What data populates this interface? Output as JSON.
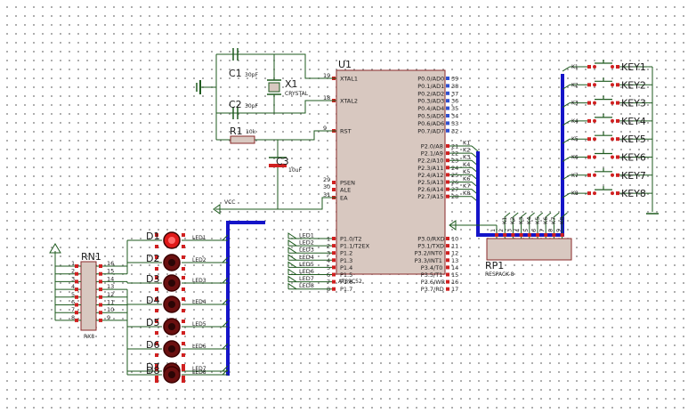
{
  "mcu": {
    "ref": "U1",
    "part": "AT89C52",
    "left_pins": [
      {
        "num": "19",
        "name": "XTAL1"
      },
      {
        "num": "18",
        "name": "XTAL2"
      },
      {
        "num": "9",
        "name": "RST"
      },
      {
        "num": "29",
        "name": "PSEN"
      },
      {
        "num": "30",
        "name": "ALE"
      },
      {
        "num": "31",
        "name": "EA"
      }
    ],
    "p1_pins": [
      {
        "num": "1",
        "name": "P1.0/T2"
      },
      {
        "num": "2",
        "name": "P1.1/T2EX"
      },
      {
        "num": "3",
        "name": "P1.2"
      },
      {
        "num": "4",
        "name": "P1.3"
      },
      {
        "num": "5",
        "name": "P1.4"
      },
      {
        "num": "6",
        "name": "P1.5"
      },
      {
        "num": "7",
        "name": "P1.6"
      },
      {
        "num": "8",
        "name": "P1.7"
      }
    ],
    "p0_pins": [
      {
        "num": "39",
        "name": "P0.0/AD0"
      },
      {
        "num": "38",
        "name": "P0.1/AD1"
      },
      {
        "num": "37",
        "name": "P0.2/AD2"
      },
      {
        "num": "36",
        "name": "P0.3/AD3"
      },
      {
        "num": "35",
        "name": "P0.4/AD4"
      },
      {
        "num": "34",
        "name": "P0.5/AD5"
      },
      {
        "num": "33",
        "name": "P0.6/AD6"
      },
      {
        "num": "32",
        "name": "P0.7/AD7"
      }
    ],
    "p2_pins": [
      {
        "num": "21",
        "name": "P2.0/A8"
      },
      {
        "num": "22",
        "name": "P2.1/A9"
      },
      {
        "num": "23",
        "name": "P2.2/A10"
      },
      {
        "num": "24",
        "name": "P2.3/A11"
      },
      {
        "num": "25",
        "name": "P2.4/A12"
      },
      {
        "num": "26",
        "name": "P2.5/A13"
      },
      {
        "num": "27",
        "name": "P2.6/A14"
      },
      {
        "num": "28",
        "name": "P2.7/A15"
      }
    ],
    "p3_pins": [
      {
        "num": "10",
        "name": "P3.0/RXD"
      },
      {
        "num": "11",
        "name": "P3.1/TXD"
      },
      {
        "num": "12",
        "name": "P3.2/INT0"
      },
      {
        "num": "13",
        "name": "P3.3/INT1"
      },
      {
        "num": "14",
        "name": "P3.4/T0"
      },
      {
        "num": "15",
        "name": "P3.5/T1"
      },
      {
        "num": "16",
        "name": "P3.6/WR"
      },
      {
        "num": "17",
        "name": "P3.7/RD"
      }
    ],
    "p2_nets": [
      "K1",
      "K2",
      "K3",
      "K4",
      "K5",
      "K6",
      "K7",
      "K8"
    ],
    "p1_nets": [
      "LED1",
      "LED2",
      "LED3",
      "LED4",
      "LED5",
      "LED6",
      "LED7",
      "LED8"
    ]
  },
  "crystal": {
    "ref": "X1",
    "value": "CRYSTAL"
  },
  "c1": {
    "ref": "C1",
    "value": "30pF"
  },
  "c2": {
    "ref": "C2",
    "value": "30pF"
  },
  "c3": {
    "ref": "C3",
    "value": "10uF"
  },
  "r1": {
    "ref": "R1",
    "value": "10k"
  },
  "vcc_label": "VCC",
  "leds": [
    {
      "ref": "D1",
      "net": "LED1",
      "lit": true
    },
    {
      "ref": "D2",
      "net": "LED2",
      "lit": false
    },
    {
      "ref": "D3",
      "net": "LED3",
      "lit": false
    },
    {
      "ref": "D4",
      "net": "LED4",
      "lit": false
    },
    {
      "ref": "D5",
      "net": "LED5",
      "lit": false
    },
    {
      "ref": "D6",
      "net": "LED6",
      "lit": false
    },
    {
      "ref": "D7",
      "net": "LED7",
      "lit": false
    },
    {
      "ref": "D8",
      "net": "LED8",
      "lit": false
    }
  ],
  "rn1": {
    "ref": "RN1",
    "part": "RX8",
    "left_pins": [
      "1",
      "2",
      "3",
      "4",
      "5",
      "6",
      "7",
      "8"
    ],
    "right_pins": [
      "16",
      "15",
      "14",
      "13",
      "12",
      "11",
      "10",
      "9"
    ]
  },
  "keys": [
    {
      "ref": "KEY1",
      "net": "K1"
    },
    {
      "ref": "KEY2",
      "net": "K2"
    },
    {
      "ref": "KEY3",
      "net": "K3"
    },
    {
      "ref": "KEY4",
      "net": "K4"
    },
    {
      "ref": "KEY5",
      "net": "K5"
    },
    {
      "ref": "KEY6",
      "net": "K6"
    },
    {
      "ref": "KEY7",
      "net": "K7"
    },
    {
      "ref": "KEY8",
      "net": "K8"
    }
  ],
  "rp1": {
    "ref": "RP1",
    "part": "RESPACK-8",
    "pins": [
      "1",
      "2",
      "3",
      "4",
      "5",
      "6",
      "7",
      "8",
      "9"
    ],
    "nets": [
      "K1",
      "K2",
      "K3",
      "K4",
      "K5",
      "K6",
      "K7",
      "K8"
    ]
  }
}
